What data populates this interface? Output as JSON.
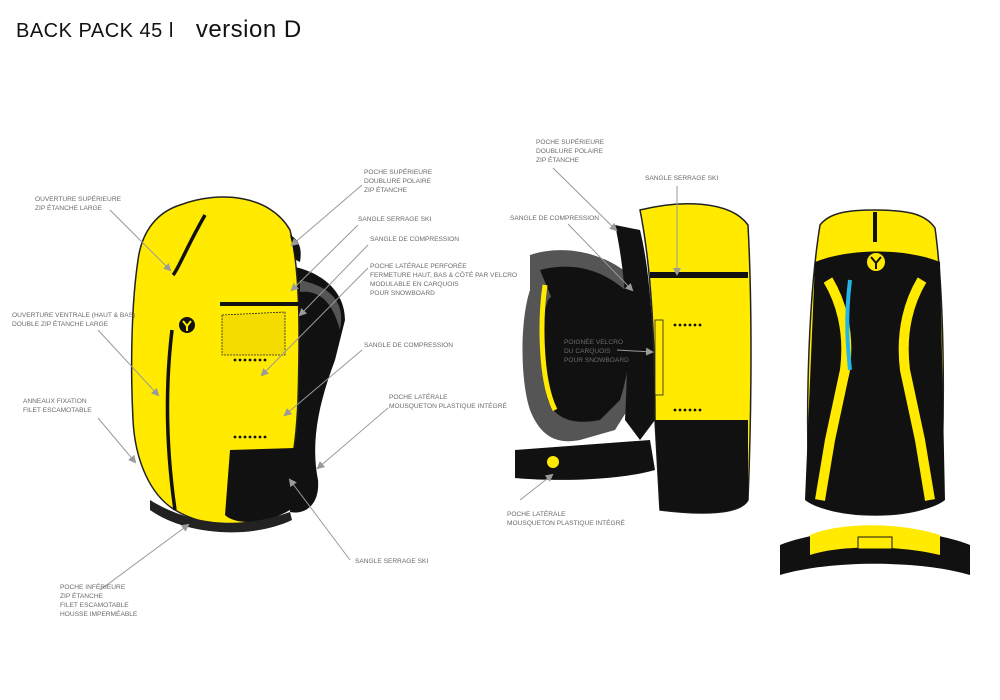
{
  "header": {
    "title": "BACK PACK  45 l",
    "version": "version D"
  },
  "colors": {
    "yellow": "#ffea00",
    "black": "#111111",
    "label": "#6b6b6b",
    "arrow": "#9a9a9a",
    "hydration": "#22b5e6"
  },
  "labels": {
    "ouverture_sup": [
      "OUVERTURE SUPÉRIEURE",
      "ZIP ÉTANCHE LARGE"
    ],
    "ouverture_ventrale": [
      "OUVERTURE VENTRALE (HAUT & BAS)",
      "DOUBLE ZIP ÉTANCHE LARGE"
    ],
    "anneaux": [
      "ANNEAUX FIXATION",
      "FILET ESCAMOTABLE"
    ],
    "poche_inf": [
      "POCHE INFÉRIEURE",
      "ZIP ÉTANCHE",
      "FILET ESCAMOTABLE",
      "HOUSSE IMPERMÉABLE"
    ],
    "poche_sup_1": [
      "POCHE SUPÉRIEURE",
      "DOUBLURE POLAIRE",
      "ZIP ÉTANCHE"
    ],
    "sangle_ski_1": [
      "SANGLE SERRAGE SKI"
    ],
    "sangle_comp_1": [
      "SANGLE DE COMPRESSION"
    ],
    "poche_lat_perf": [
      "POCHE LATÉRALE PERFORÉE",
      "FERMETURE HAUT, BAS & CÔTÉ PAR VELCRO",
      "MODULABLE EN CARQUOIS",
      "POUR SNOWBOARD"
    ],
    "sangle_comp_2": [
      "SANGLE DE COMPRESSION"
    ],
    "poche_lat_1": [
      "POCHE LATÉRALE",
      "MOUSQUETON PLASTIQUE INTÉGRÉ"
    ],
    "sangle_ski_2": [
      "SANGLE SERRAGE SKI"
    ],
    "poche_sup_2": [
      "POCHE SUPÉRIEURE",
      "DOUBLURE POLAIRE",
      "ZIP ÉTANCHE"
    ],
    "sangle_ski_3": [
      "SANGLE SERRAGE SKI"
    ],
    "sangle_comp_3": [
      "SANGLE DE COMPRESSION"
    ],
    "poignee": [
      "POIGNÉE VELCRO",
      "DU CARQUOIS",
      "POUR SNOWBOARD"
    ],
    "poche_lat_2": [
      "POCHE LATÉRALE",
      "MOUSQUETON PLASTIQUE INTÉGRÉ"
    ]
  }
}
